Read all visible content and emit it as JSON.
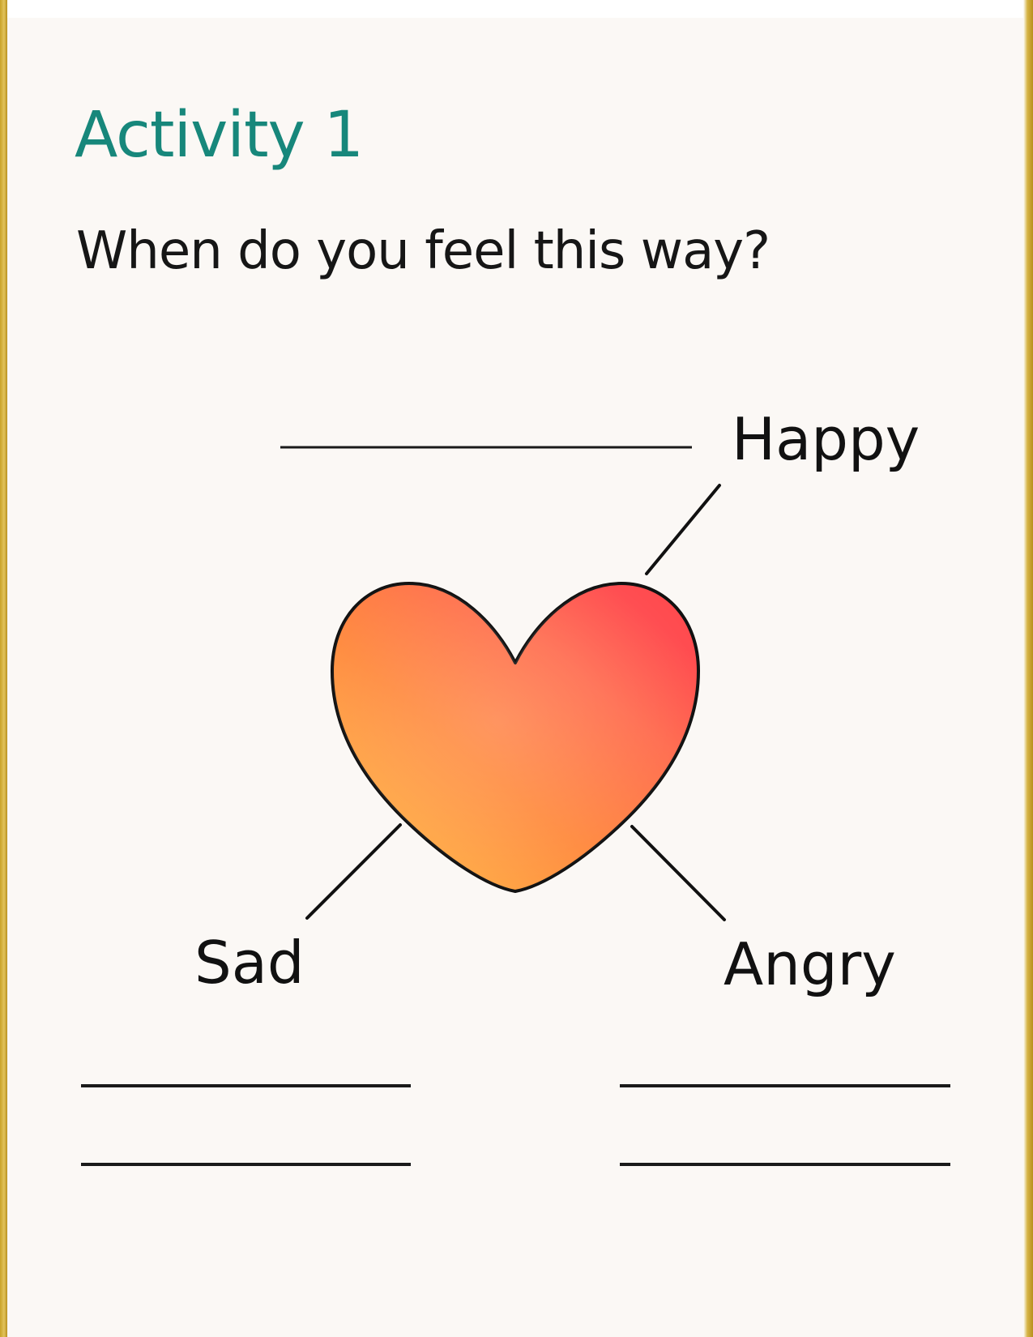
{
  "worksheet": {
    "title": "Activity 1",
    "prompt": "When do you feel this way?",
    "emotions": {
      "happy": "Happy",
      "sad": "Sad",
      "angry": "Angry"
    }
  },
  "colors": {
    "title": "#17877b",
    "heart_light": "#ffb347",
    "heart_mid": "#ff7a48",
    "heart_dark": "#ff4b4f",
    "border_gold": "#c9a227"
  },
  "icons": {
    "center_graphic": "heart-icon"
  }
}
